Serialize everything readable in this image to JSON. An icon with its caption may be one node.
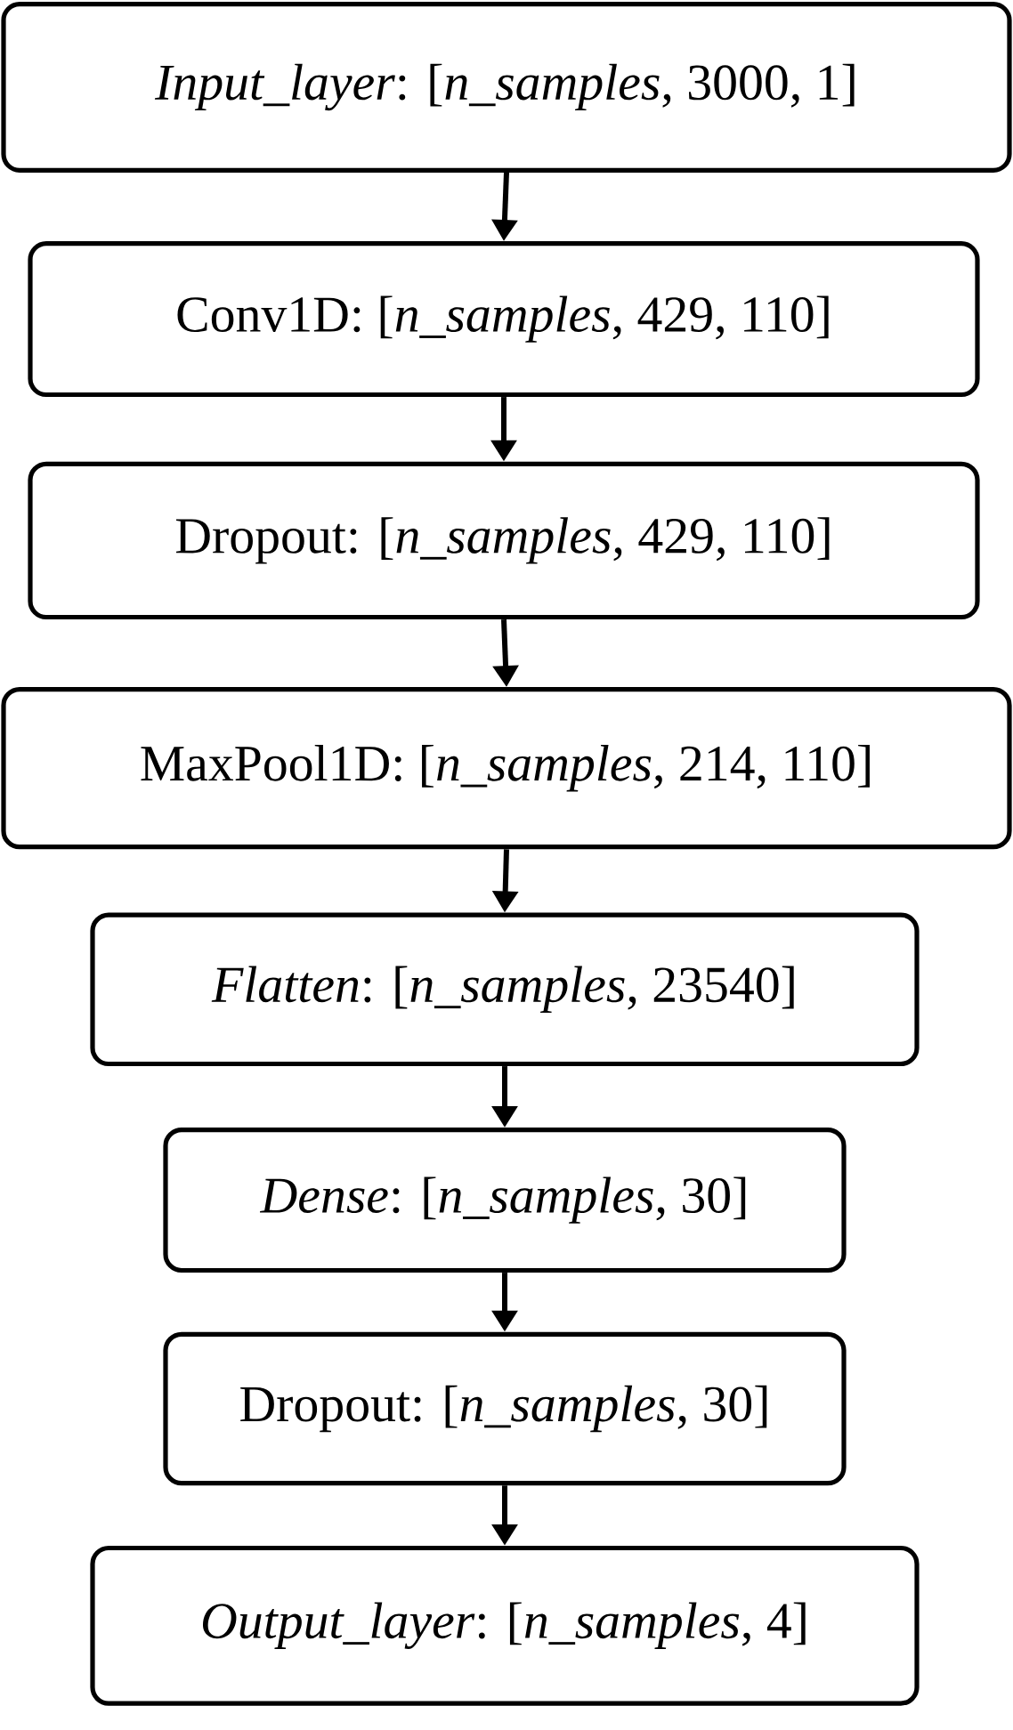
{
  "diagram": {
    "nodes": [
      {
        "text": [
          "*Input_layer*: [*n_samples*, 3000, 1]"
        ]
      },
      {
        "text": [
          "Conv1D: [*n_samples*, 429, 110]"
        ]
      },
      {
        "text": [
          "Dropout: [*n_samples*, 429, 110]"
        ]
      },
      {
        "text": [
          "MaxPool1D: [*n_samples*, 214, 110]"
        ]
      },
      {
        "text": [
          "*Flatten*: [*n_samples*, 23540]"
        ]
      },
      {
        "text": [
          "*Dense*: [*n_samples*, 30]"
        ]
      },
      {
        "text": [
          "Dropout: [*n_samples*, 30]"
        ]
      },
      {
        "text": [
          "*Output_layer*: [*n_samples*, 4]"
        ]
      }
    ],
    "edges": [
      {
        "from": 0,
        "to": 1,
        "arrow": "to"
      },
      {
        "from": 1,
        "to": 2,
        "arrow": "to"
      },
      {
        "from": 2,
        "to": 3,
        "arrow": "to"
      },
      {
        "from": 3,
        "to": 4,
        "arrow": "to"
      },
      {
        "from": 4,
        "to": 5,
        "arrow": "to"
      },
      {
        "from": 5,
        "to": 6,
        "arrow": "to"
      },
      {
        "from": 6,
        "to": 7,
        "arrow": "to"
      }
    ]
  }
}
